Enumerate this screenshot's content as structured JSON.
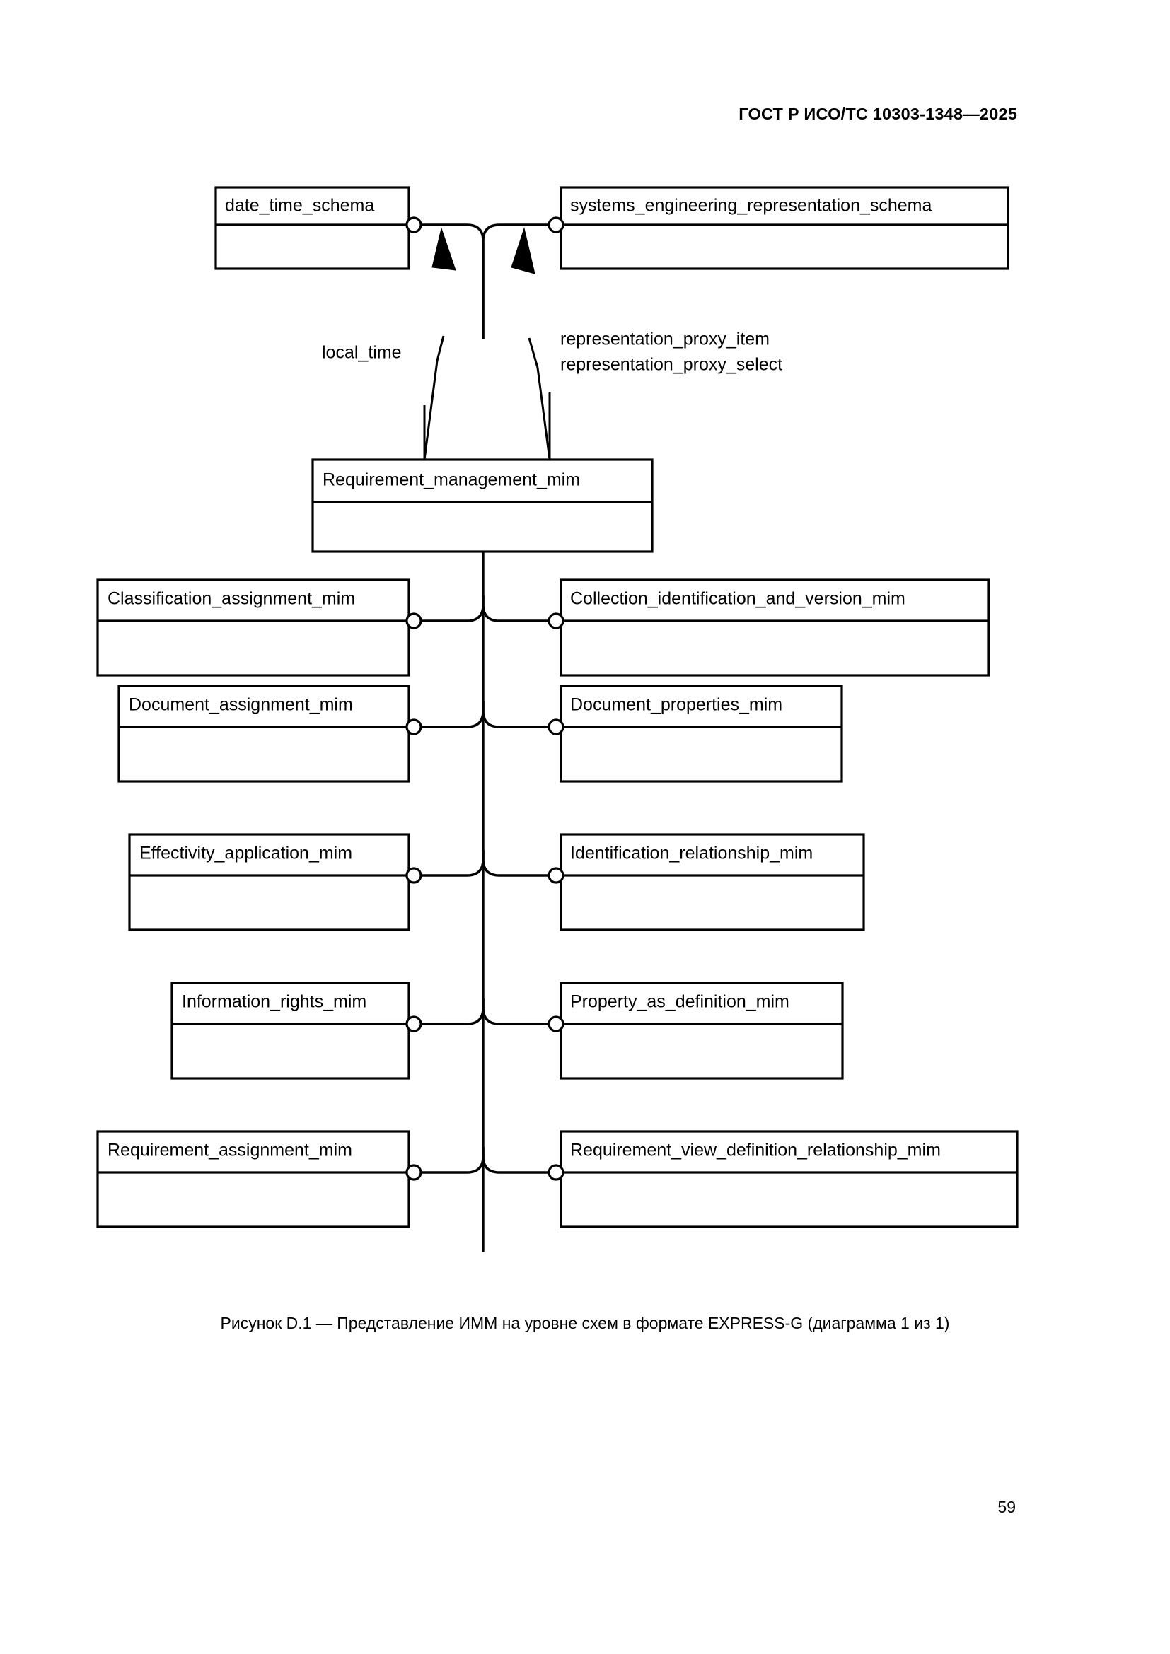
{
  "document": {
    "header": "ГОСТ Р ИСО/ТС 10303-1348—2025",
    "page_number": "59",
    "figure_caption": "Рисунок D.1 — Представление ИММ на уровне схем в формате EXPRESS-G (диаграмма 1 из 1)"
  },
  "diagram": {
    "type": "EXPRESS-G schema-level diagram",
    "root": {
      "label": "Requirement_management_mim"
    },
    "referenced_schemas": [
      {
        "label": "date_time_schema"
      },
      {
        "label": "systems_engineering_representation_schema"
      }
    ],
    "interface_labels": [
      {
        "label": "local_time"
      },
      {
        "label": "representation_proxy_item"
      },
      {
        "label": "representation_proxy_select"
      }
    ],
    "left_column": [
      {
        "label": "Classification_assignment_mim"
      },
      {
        "label": "Document_assignment_mim"
      },
      {
        "label": "Effectivity_application_mim"
      },
      {
        "label": "Information_rights_mim"
      },
      {
        "label": "Requirement_assignment_mim"
      }
    ],
    "right_column": [
      {
        "label": "Collection_identification_and_version_mim"
      },
      {
        "label": "Document_properties_mim"
      },
      {
        "label": "Identification_relationship_mim"
      },
      {
        "label": "Property_as_definition_mim"
      },
      {
        "label": "Requirement_view_definition_relationship_mim"
      }
    ]
  },
  "colors": {
    "ink": "#000000",
    "paper": "#ffffff"
  }
}
